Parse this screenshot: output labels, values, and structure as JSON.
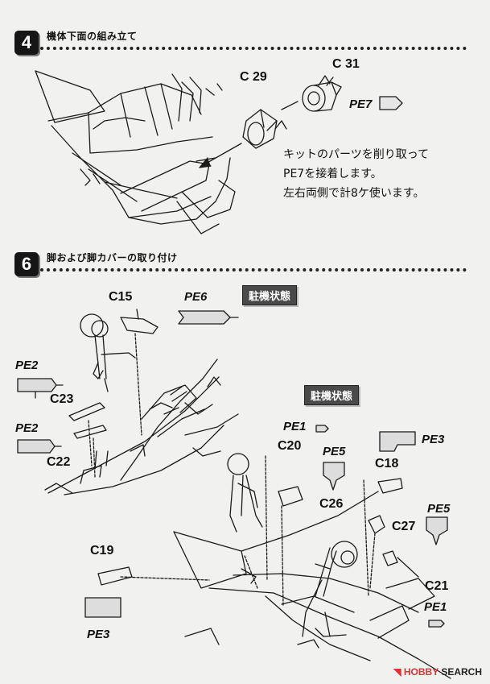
{
  "step4": {
    "number": "4",
    "title": "機体下面の組み立て",
    "labels": {
      "c31": "C 31",
      "c29": "C 29",
      "pe7": "PE7"
    },
    "note": [
      "キットのパーツを削り取って",
      "PE7を接着します。",
      "左右両側で計8ケ使います。"
    ]
  },
  "step6": {
    "number": "6",
    "title": "脚および脚カバーの取り付け",
    "tag_parked_1": "駐機状態",
    "tag_parked_2": "駐機状態",
    "labels": {
      "c15": "C15",
      "pe6": "PE6",
      "pe2_a": "PE2",
      "c23": "C23",
      "pe2_b": "PE2",
      "c22": "C22",
      "pe1_a": "PE1",
      "c20": "C20",
      "pe5_a": "PE5",
      "pe3_a": "PE3",
      "c18": "C18",
      "c26": "C26",
      "pe5_b": "PE5",
      "c27": "C27",
      "c19": "C19",
      "c21": "C21",
      "pe1_b": "PE1",
      "pe3_b": "PE3"
    }
  },
  "watermark": {
    "part1": "HOBBY",
    "part2": "SEARCH"
  }
}
